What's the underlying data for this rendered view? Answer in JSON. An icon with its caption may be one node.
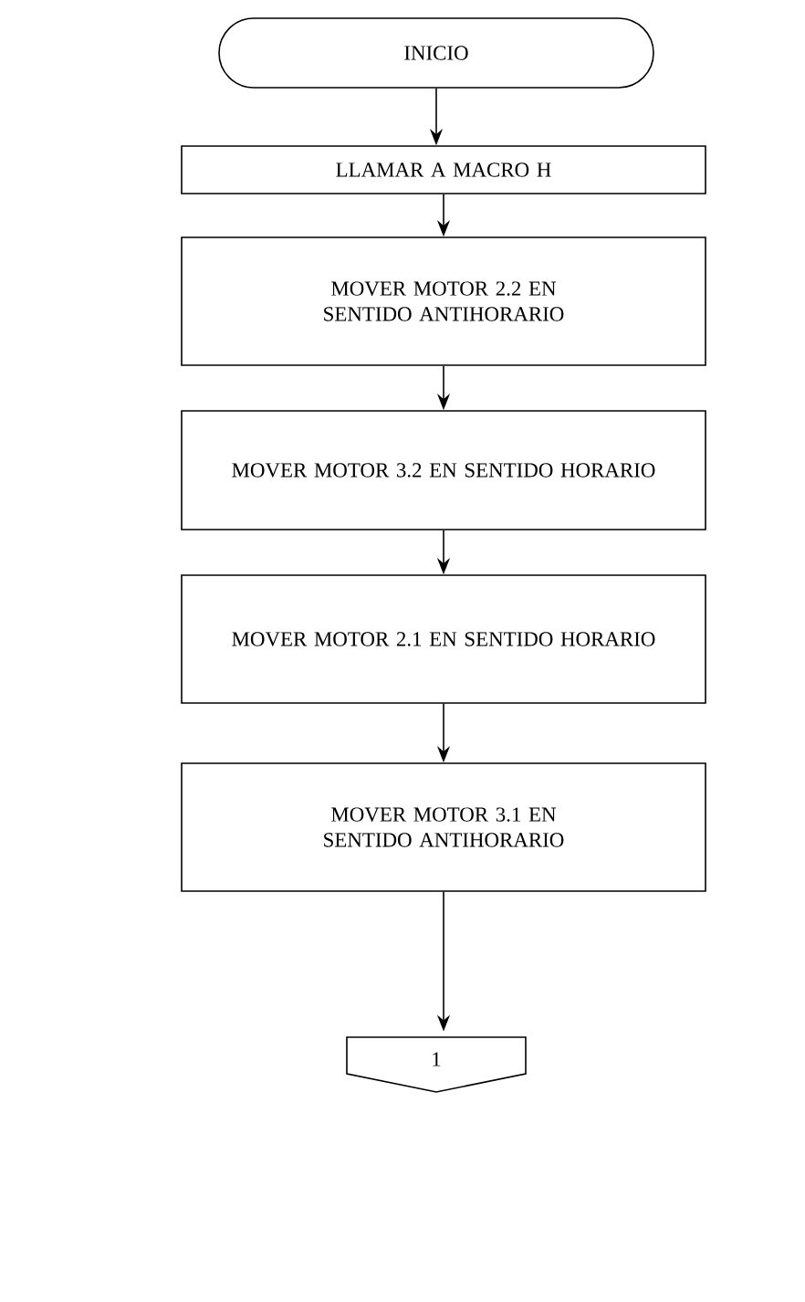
{
  "diagram": {
    "nodes": [
      {
        "text": [
          "INICIO"
        ]
      },
      {
        "text": [
          "LLAMAR A MACRO H"
        ]
      },
      {
        "text": [
          "MOVER MOTOR 2.2 EN SENTIDO ANTIHORARIO"
        ]
      },
      {
        "text": [
          "MOVER MOTOR 3.2 EN SENTIDO HORARIO"
        ]
      },
      {
        "text": [
          "MOVER MOTOR 2.1 EN SENTIDO HORARIO"
        ]
      },
      {
        "text": [
          "MOVER MOTOR 3.1 EN SENTIDO ANTIHORARIO"
        ]
      },
      {
        "text": [
          "1"
        ]
      }
    ],
    "edges": [
      {
        "from": 0,
        "to": 1,
        "arrow": "to"
      },
      {
        "from": 1,
        "to": 2,
        "arrow": "to"
      },
      {
        "from": 2,
        "to": 3,
        "arrow": "to"
      },
      {
        "from": 3,
        "to": 4,
        "arrow": "to"
      },
      {
        "from": 4,
        "to": 5,
        "arrow": "to"
      },
      {
        "from": 5,
        "to": 6,
        "arrow": "to"
      }
    ]
  }
}
